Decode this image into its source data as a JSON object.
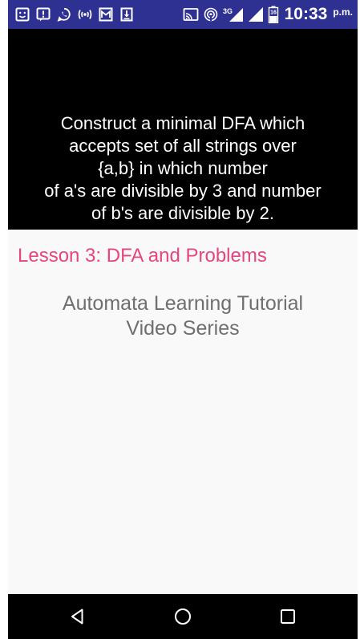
{
  "status_bar": {
    "background_color": "#2e3192",
    "left_icons": [
      "keyboard-face-icon",
      "alert-icon",
      "whatsapp-icon",
      "radio-signal-icon",
      "gmail-icon",
      "download-icon"
    ],
    "right_icons": [
      "cast-icon",
      "hotspot-icon",
      "network-3g-icon",
      "signal-icon",
      "battery-icon"
    ],
    "network_label": "3G",
    "battery_label": "16",
    "time": "10:33",
    "time_suffix": "p.m."
  },
  "video": {
    "caption_lines": [
      "Construct a minimal DFA which",
      "accepts set of all strings over",
      "{a,b} in which number",
      "of a's are divisible by 3 and number",
      "of b's are divisible by 2."
    ]
  },
  "lesson": {
    "title": "Lesson 3: DFA and Problems",
    "title_color": "#e8447f"
  },
  "series": {
    "lines": [
      "Automata Learning Tutorial",
      "Video Series"
    ]
  },
  "nav_bar": {
    "buttons": [
      "back-icon",
      "home-icon",
      "recents-icon"
    ]
  }
}
